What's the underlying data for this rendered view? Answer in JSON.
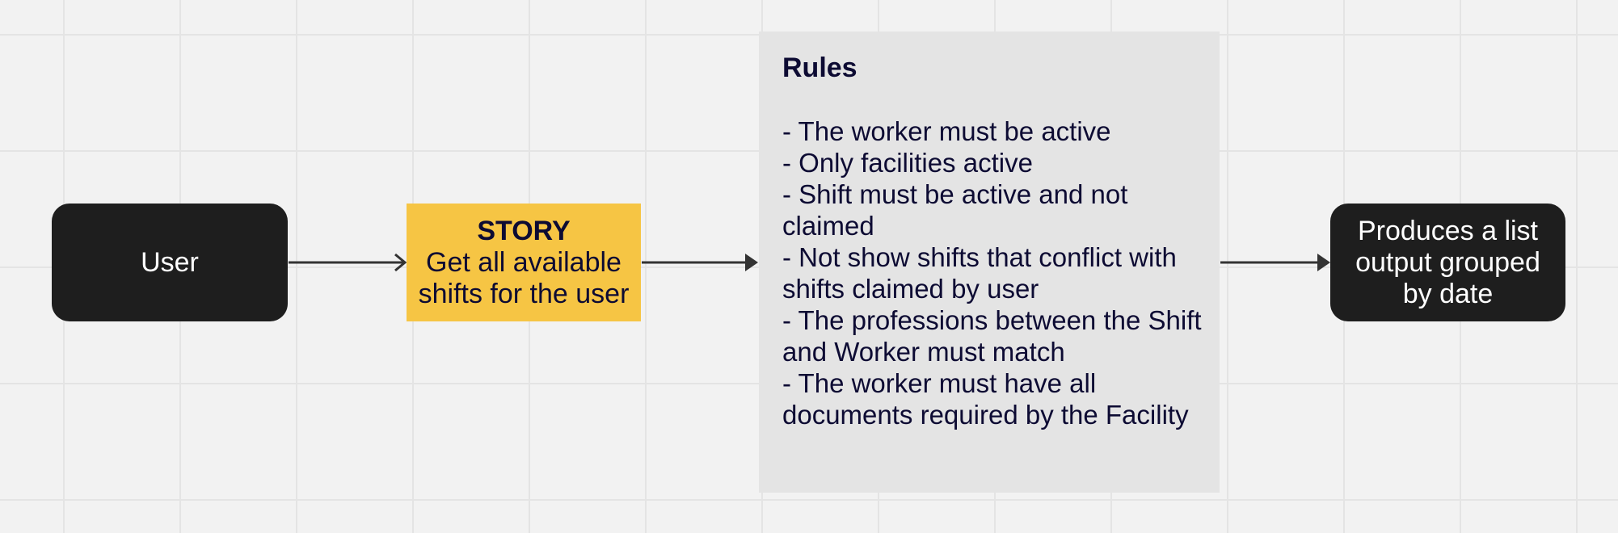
{
  "nodes": {
    "user": {
      "label": "User"
    },
    "story": {
      "title": "STORY",
      "line1": "Get all available",
      "line2": "shifts for the user"
    },
    "rules": {
      "title": "Rules",
      "items": [
        "- The worker must be active",
        "- Only facilities active",
        "- Shift must be active and not claimed",
        "- Not show shifts that conflict with shifts claimed by user",
        "- The professions between the Shift and Worker must match",
        "- The worker must have all documents required by the Facility"
      ]
    },
    "output": {
      "line1": "Produces a list",
      "line2": "output grouped",
      "line3": "by date"
    }
  },
  "colors": {
    "canvas": "#f2f2f2",
    "grid": "#e4e4e4",
    "dark_node": "#1e1e1e",
    "story_node": "#f6c544",
    "rules_node": "#e4e4e4",
    "text_dark": "#0d0b33",
    "connector": "#333333"
  }
}
